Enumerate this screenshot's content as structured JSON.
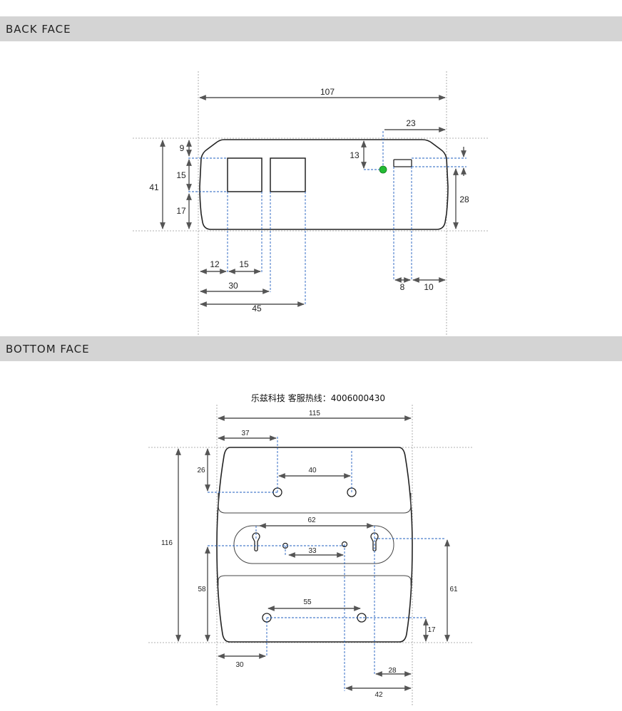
{
  "sections": {
    "back": "BACK FACE",
    "bottom": "BOTTOM FACE"
  },
  "back_face": {
    "dims": {
      "width": "107",
      "right_offset": "23",
      "led_height": "13",
      "top_to_port": "9",
      "port_height": "15",
      "port_bottom": "17",
      "overall_height": "41",
      "right_height": "28",
      "port1_left": "12",
      "port_width": "15",
      "port2_left": "30",
      "port2_right": "45",
      "switch_width": "8",
      "switch_right": "10"
    },
    "led_color": "#22bb33"
  },
  "bottom_face": {
    "caption": "乐兹科技 客服热线：4006000430",
    "dims": {
      "width": "115",
      "hole_left": "37",
      "top_offset": "26",
      "hole_spacing_top": "40",
      "height": "116",
      "slot_spacing": "62",
      "small_hole_spacing": "33",
      "left_height": "58",
      "right_height": "61",
      "hole_spacing_bottom": "55",
      "bottom_offset": "17",
      "bottom_left": "30",
      "right_28": "28",
      "right_42": "42"
    }
  },
  "colors": {
    "outline": "#222222",
    "dimension": "#555555",
    "guide": "#1f5fbf",
    "extension": "#999999",
    "bar": "#d4d4d4"
  }
}
